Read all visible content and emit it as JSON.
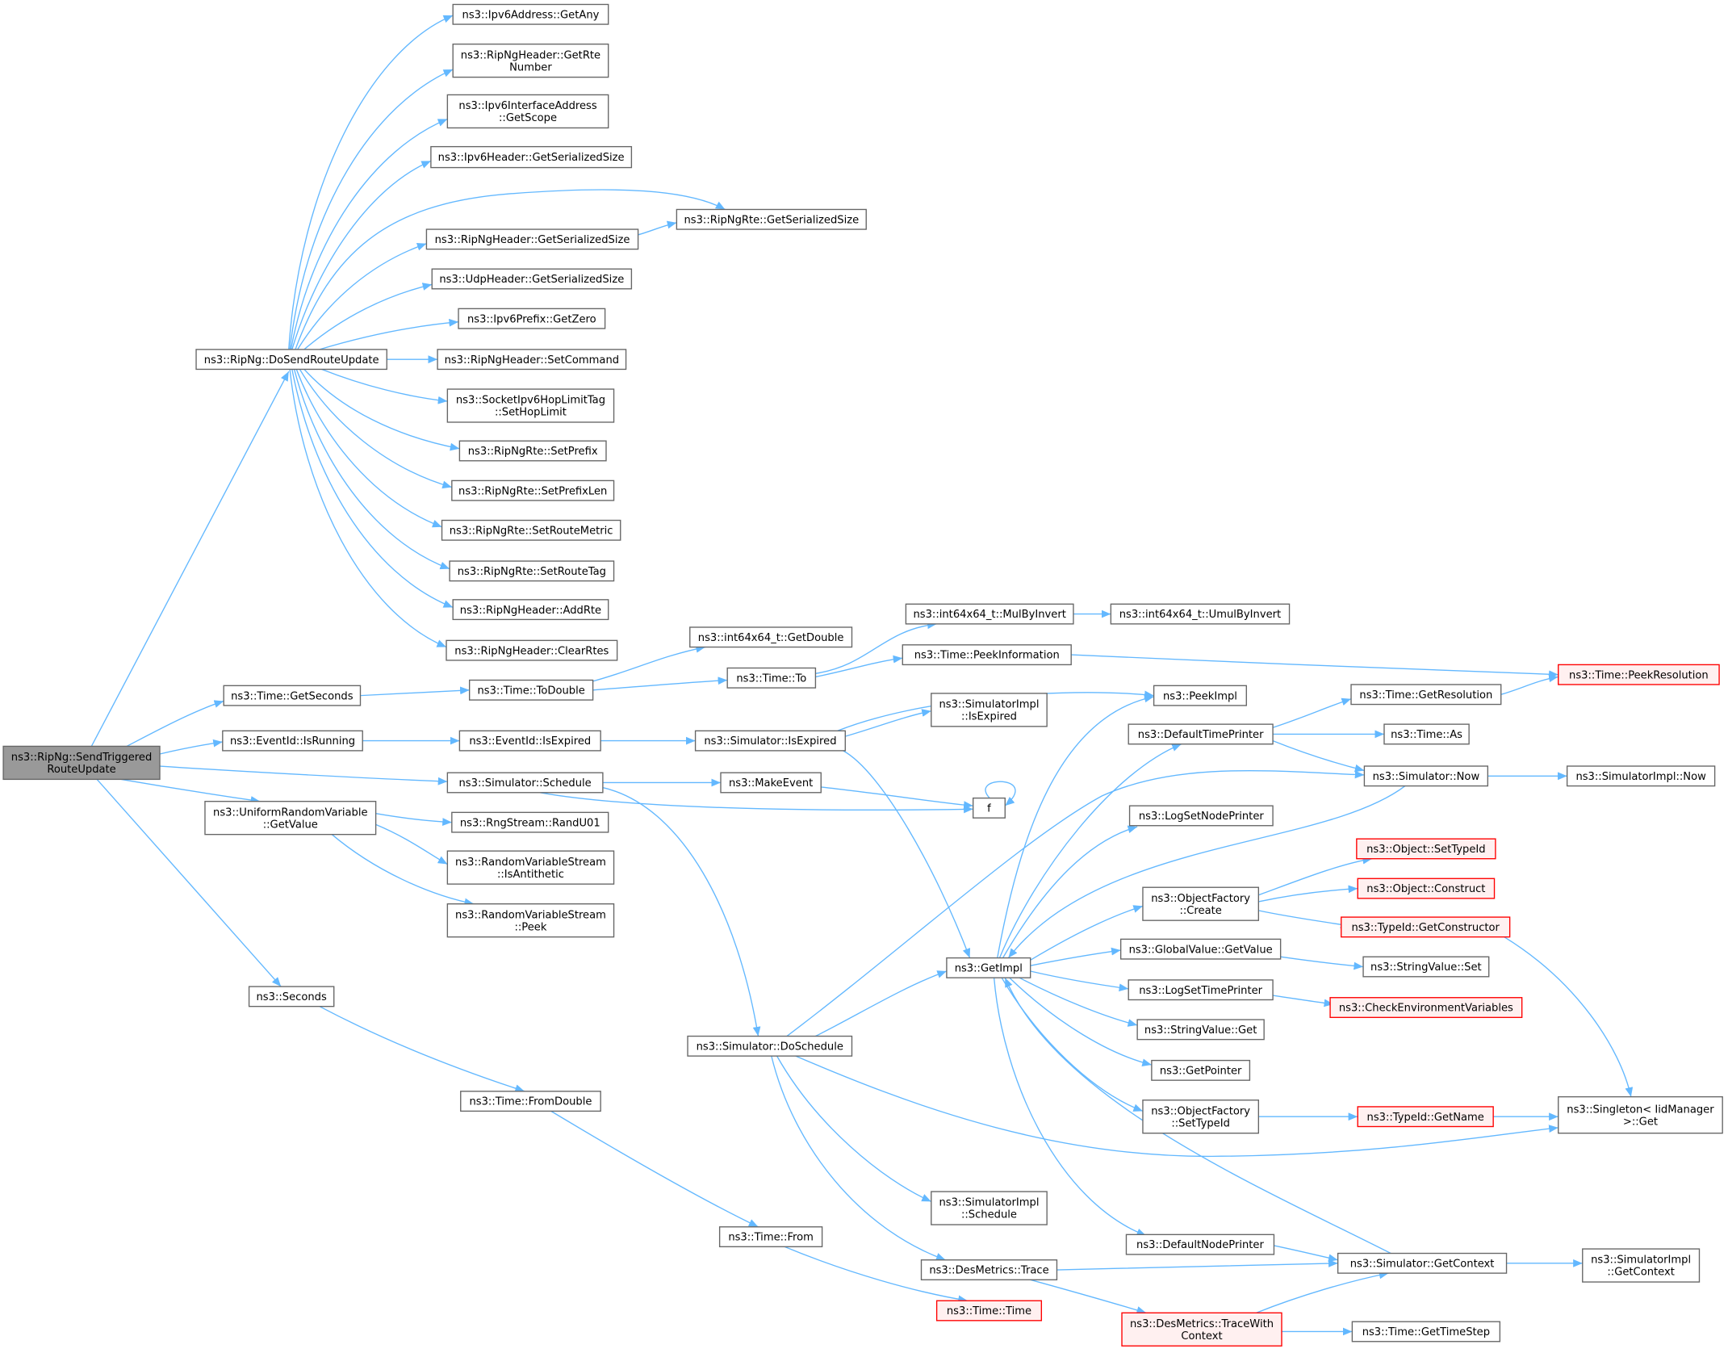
{
  "colors": {
    "edge": "#63b8ff",
    "node_border": "#666666",
    "node_fill": "#ffffff",
    "current_fill": "#999999",
    "truncated_border": "#ff0000",
    "truncated_fill": "#fff0f0",
    "text": "#000000"
  },
  "graph": {
    "nodes": [
      {
        "label": [
          "ns3::RipNg::SendTriggered",
          "RouteUpdate"
        ],
        "current": true
      },
      {
        "label": [
          "ns3::RipNg::DoSendRouteUpdate"
        ]
      },
      {
        "label": [
          "ns3::Ipv6Address::GetAny"
        ]
      },
      {
        "label": [
          "ns3::RipNgHeader::GetRte",
          "Number"
        ]
      },
      {
        "label": [
          "ns3::Ipv6InterfaceAddress",
          "::GetScope"
        ]
      },
      {
        "label": [
          "ns3::Ipv6Header::GetSerializedSize"
        ]
      },
      {
        "label": [
          "ns3::RipNgRte::GetSerializedSize"
        ]
      },
      {
        "label": [
          "ns3::RipNgHeader::GetSerializedSize"
        ]
      },
      {
        "label": [
          "ns3::UdpHeader::GetSerializedSize"
        ]
      },
      {
        "label": [
          "ns3::Ipv6Prefix::GetZero"
        ]
      },
      {
        "label": [
          "ns3::RipNgHeader::SetCommand"
        ]
      },
      {
        "label": [
          "ns3::SocketIpv6HopLimitTag",
          "::SetHopLimit"
        ]
      },
      {
        "label": [
          "ns3::RipNgRte::SetPrefix"
        ]
      },
      {
        "label": [
          "ns3::RipNgRte::SetPrefixLen"
        ]
      },
      {
        "label": [
          "ns3::RipNgRte::SetRouteMetric"
        ]
      },
      {
        "label": [
          "ns3::RipNgRte::SetRouteTag"
        ]
      },
      {
        "label": [
          "ns3::RipNgHeader::AddRte"
        ]
      },
      {
        "label": [
          "ns3::RipNgHeader::ClearRtes"
        ]
      },
      {
        "label": [
          "ns3::Time::GetSeconds"
        ]
      },
      {
        "label": [
          "ns3::Time::ToDouble"
        ]
      },
      {
        "label": [
          "ns3::int64x64_t::GetDouble"
        ]
      },
      {
        "label": [
          "ns3::Time::To"
        ]
      },
      {
        "label": [
          "ns3::int64x64_t::MulByInvert"
        ]
      },
      {
        "label": [
          "ns3::int64x64_t::UmulByInvert"
        ]
      },
      {
        "label": [
          "ns3::Time::PeekInformation"
        ]
      },
      {
        "label": [
          "ns3::Time::PeekResolution"
        ],
        "truncated": true
      },
      {
        "label": [
          "ns3::EventId::IsRunning"
        ]
      },
      {
        "label": [
          "ns3::EventId::IsExpired"
        ]
      },
      {
        "label": [
          "ns3::Simulator::IsExpired"
        ]
      },
      {
        "label": [
          "ns3::PeekImpl"
        ]
      },
      {
        "label": [
          "ns3::SimulatorImpl",
          "::IsExpired"
        ]
      },
      {
        "label": [
          "ns3::Simulator::Schedule"
        ]
      },
      {
        "label": [
          "ns3::MakeEvent"
        ]
      },
      {
        "label": [
          "f"
        ]
      },
      {
        "label": [
          "ns3::UniformRandomVariable",
          "::GetValue"
        ]
      },
      {
        "label": [
          "ns3::RngStream::RandU01"
        ]
      },
      {
        "label": [
          "ns3::RandomVariableStream",
          "::IsAntithetic"
        ]
      },
      {
        "label": [
          "ns3::RandomVariableStream",
          "::Peek"
        ]
      },
      {
        "label": [
          "ns3::Seconds"
        ]
      },
      {
        "label": [
          "ns3::Time::FromDouble"
        ]
      },
      {
        "label": [
          "ns3::Time::From"
        ]
      },
      {
        "label": [
          "ns3::Time::Time"
        ],
        "truncated": true
      },
      {
        "label": [
          "ns3::Simulator::DoSchedule"
        ]
      },
      {
        "label": [
          "ns3::SimulatorImpl",
          "::Schedule"
        ]
      },
      {
        "label": [
          "ns3::DesMetrics::Trace"
        ]
      },
      {
        "label": [
          "ns3::DesMetrics::TraceWith",
          "Context"
        ],
        "truncated": true
      },
      {
        "label": [
          "ns3::GetImpl"
        ]
      },
      {
        "label": [
          "ns3::DefaultTimePrinter"
        ]
      },
      {
        "label": [
          "ns3::Time::GetResolution"
        ]
      },
      {
        "label": [
          "ns3::Time::As"
        ]
      },
      {
        "label": [
          "ns3::Simulator::Now"
        ]
      },
      {
        "label": [
          "ns3::SimulatorImpl::Now"
        ]
      },
      {
        "label": [
          "ns3::LogSetNodePrinter"
        ]
      },
      {
        "label": [
          "ns3::ObjectFactory",
          "::Create"
        ]
      },
      {
        "label": [
          "ns3::Object::SetTypeId"
        ],
        "truncated": true
      },
      {
        "label": [
          "ns3::Object::Construct"
        ],
        "truncated": true
      },
      {
        "label": [
          "ns3::TypeId::GetConstructor"
        ],
        "truncated": true
      },
      {
        "label": [
          "ns3::GlobalValue::GetValue"
        ]
      },
      {
        "label": [
          "ns3::StringValue::Set"
        ]
      },
      {
        "label": [
          "ns3::LogSetTimePrinter"
        ]
      },
      {
        "label": [
          "ns3::CheckEnvironmentVariables"
        ],
        "truncated": true
      },
      {
        "label": [
          "ns3::StringValue::Get"
        ]
      },
      {
        "label": [
          "ns3::GetPointer"
        ]
      },
      {
        "label": [
          "ns3::ObjectFactory",
          "::SetTypeId"
        ]
      },
      {
        "label": [
          "ns3::TypeId::GetName"
        ],
        "truncated": true
      },
      {
        "label": [
          "ns3::Singleton< IidManager",
          ">::Get"
        ]
      },
      {
        "label": [
          "ns3::DefaultNodePrinter"
        ]
      },
      {
        "label": [
          "ns3::Simulator::GetContext"
        ]
      },
      {
        "label": [
          "ns3::SimulatorImpl",
          "::GetContext"
        ]
      },
      {
        "label": [
          "ns3::Time::GetTimeStep"
        ]
      }
    ],
    "edges": [
      [
        0,
        1
      ],
      [
        0,
        18
      ],
      [
        0,
        26
      ],
      [
        0,
        31
      ],
      [
        0,
        34
      ],
      [
        0,
        38
      ],
      [
        1,
        2
      ],
      [
        1,
        3
      ],
      [
        1,
        4
      ],
      [
        1,
        5
      ],
      [
        1,
        6
      ],
      [
        1,
        7
      ],
      [
        1,
        8
      ],
      [
        1,
        9
      ],
      [
        1,
        10
      ],
      [
        1,
        11
      ],
      [
        1,
        12
      ],
      [
        1,
        13
      ],
      [
        1,
        14
      ],
      [
        1,
        15
      ],
      [
        1,
        16
      ],
      [
        1,
        17
      ],
      [
        7,
        6
      ],
      [
        18,
        19
      ],
      [
        19,
        20
      ],
      [
        19,
        21
      ],
      [
        21,
        22
      ],
      [
        21,
        24
      ],
      [
        22,
        23
      ],
      [
        24,
        25
      ],
      [
        26,
        27
      ],
      [
        27,
        28
      ],
      [
        28,
        29
      ],
      [
        28,
        30
      ],
      [
        28,
        46
      ],
      [
        31,
        32
      ],
      [
        31,
        33
      ],
      [
        32,
        33
      ],
      [
        33,
        33
      ],
      [
        31,
        42
      ],
      [
        34,
        35
      ],
      [
        34,
        36
      ],
      [
        34,
        37
      ],
      [
        38,
        39
      ],
      [
        39,
        40
      ],
      [
        40,
        41
      ],
      [
        42,
        46
      ],
      [
        42,
        50
      ],
      [
        42,
        43
      ],
      [
        42,
        44
      ],
      [
        42,
        65
      ],
      [
        44,
        67
      ],
      [
        44,
        45
      ],
      [
        45,
        67
      ],
      [
        45,
        69
      ],
      [
        67,
        68
      ],
      [
        67,
        46
      ],
      [
        50,
        46
      ],
      [
        46,
        29
      ],
      [
        46,
        47
      ],
      [
        46,
        52
      ],
      [
        46,
        53
      ],
      [
        46,
        57
      ],
      [
        46,
        59
      ],
      [
        46,
        61
      ],
      [
        46,
        62
      ],
      [
        46,
        63
      ],
      [
        46,
        66
      ],
      [
        47,
        48
      ],
      [
        47,
        49
      ],
      [
        47,
        50
      ],
      [
        48,
        25
      ],
      [
        50,
        51
      ],
      [
        53,
        54
      ],
      [
        53,
        55
      ],
      [
        53,
        56
      ],
      [
        56,
        65
      ],
      [
        57,
        58
      ],
      [
        59,
        60
      ],
      [
        63,
        64
      ],
      [
        64,
        65
      ],
      [
        66,
        67
      ]
    ]
  }
}
